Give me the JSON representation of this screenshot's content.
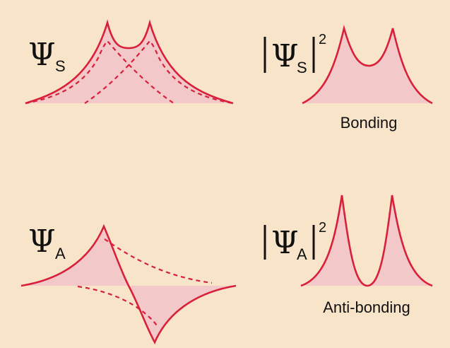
{
  "diagram": {
    "panels": [
      {
        "id": "psi-s",
        "symbol": "Ψ",
        "subscript": "S"
      },
      {
        "id": "psi-s-squared",
        "symbol": "Ψ",
        "subscript": "S",
        "exponent": "2",
        "caption": "Bonding"
      },
      {
        "id": "psi-a",
        "symbol": "Ψ",
        "subscript": "A"
      },
      {
        "id": "psi-a-squared",
        "symbol": "Ψ",
        "subscript": "A",
        "exponent": "2",
        "caption": "Anti-bonding"
      }
    ],
    "colors": {
      "background": "#f8e5c9",
      "curve": "#d8203a",
      "fill": "#f2c8c8"
    }
  }
}
